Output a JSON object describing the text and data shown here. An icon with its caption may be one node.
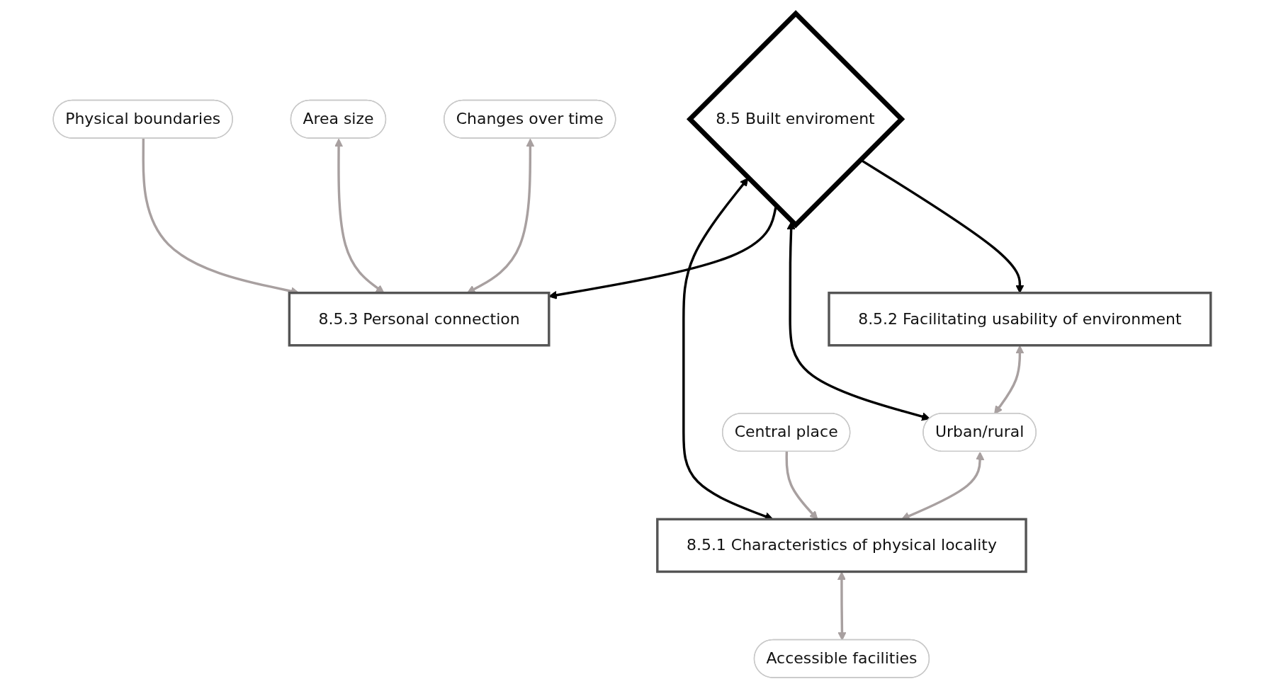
{
  "diagram": {
    "nodes": [
      {
        "text": [
          "8.5.2 Facilitating usability of environment"
        ]
      },
      {
        "text": [
          "Urban/rural"
        ]
      },
      {
        "text": [
          "Changes over time"
        ]
      },
      {
        "text": [
          "8.5 Built enviroment"
        ]
      },
      {
        "text": [
          "Central place"
        ]
      },
      {
        "text": [
          "8.5.3 Personal connection"
        ]
      },
      {
        "text": [
          "8.5.1 Characteristics of physical locality"
        ]
      },
      {
        "text": [
          "Area size"
        ]
      },
      {
        "text": [
          "Physical boundaries"
        ]
      },
      {
        "text": [
          "Accessible facilities"
        ]
      }
    ],
    "edges": [
      {
        "from": 3,
        "to": 0,
        "arrow": "to",
        "color": "#000000"
      },
      {
        "from": 0,
        "to": 1,
        "arrow": "both"
      },
      {
        "from": 3,
        "to": 1,
        "arrow": "both",
        "color": "#000000"
      },
      {
        "from": 3,
        "to": 5,
        "arrow": "to",
        "color": "#000000"
      },
      {
        "from": 3,
        "to": 6,
        "arrow": "both",
        "color": "#000000"
      },
      {
        "from": 1,
        "to": 6,
        "arrow": "both"
      },
      {
        "from": 4,
        "to": 6,
        "arrow": "to"
      },
      {
        "from": 2,
        "to": 5,
        "arrow": "both"
      },
      {
        "from": 7,
        "to": 5,
        "arrow": "both"
      },
      {
        "from": 8,
        "to": 5,
        "arrow": "to"
      },
      {
        "from": 6,
        "to": 9,
        "arrow": "both"
      }
    ]
  }
}
